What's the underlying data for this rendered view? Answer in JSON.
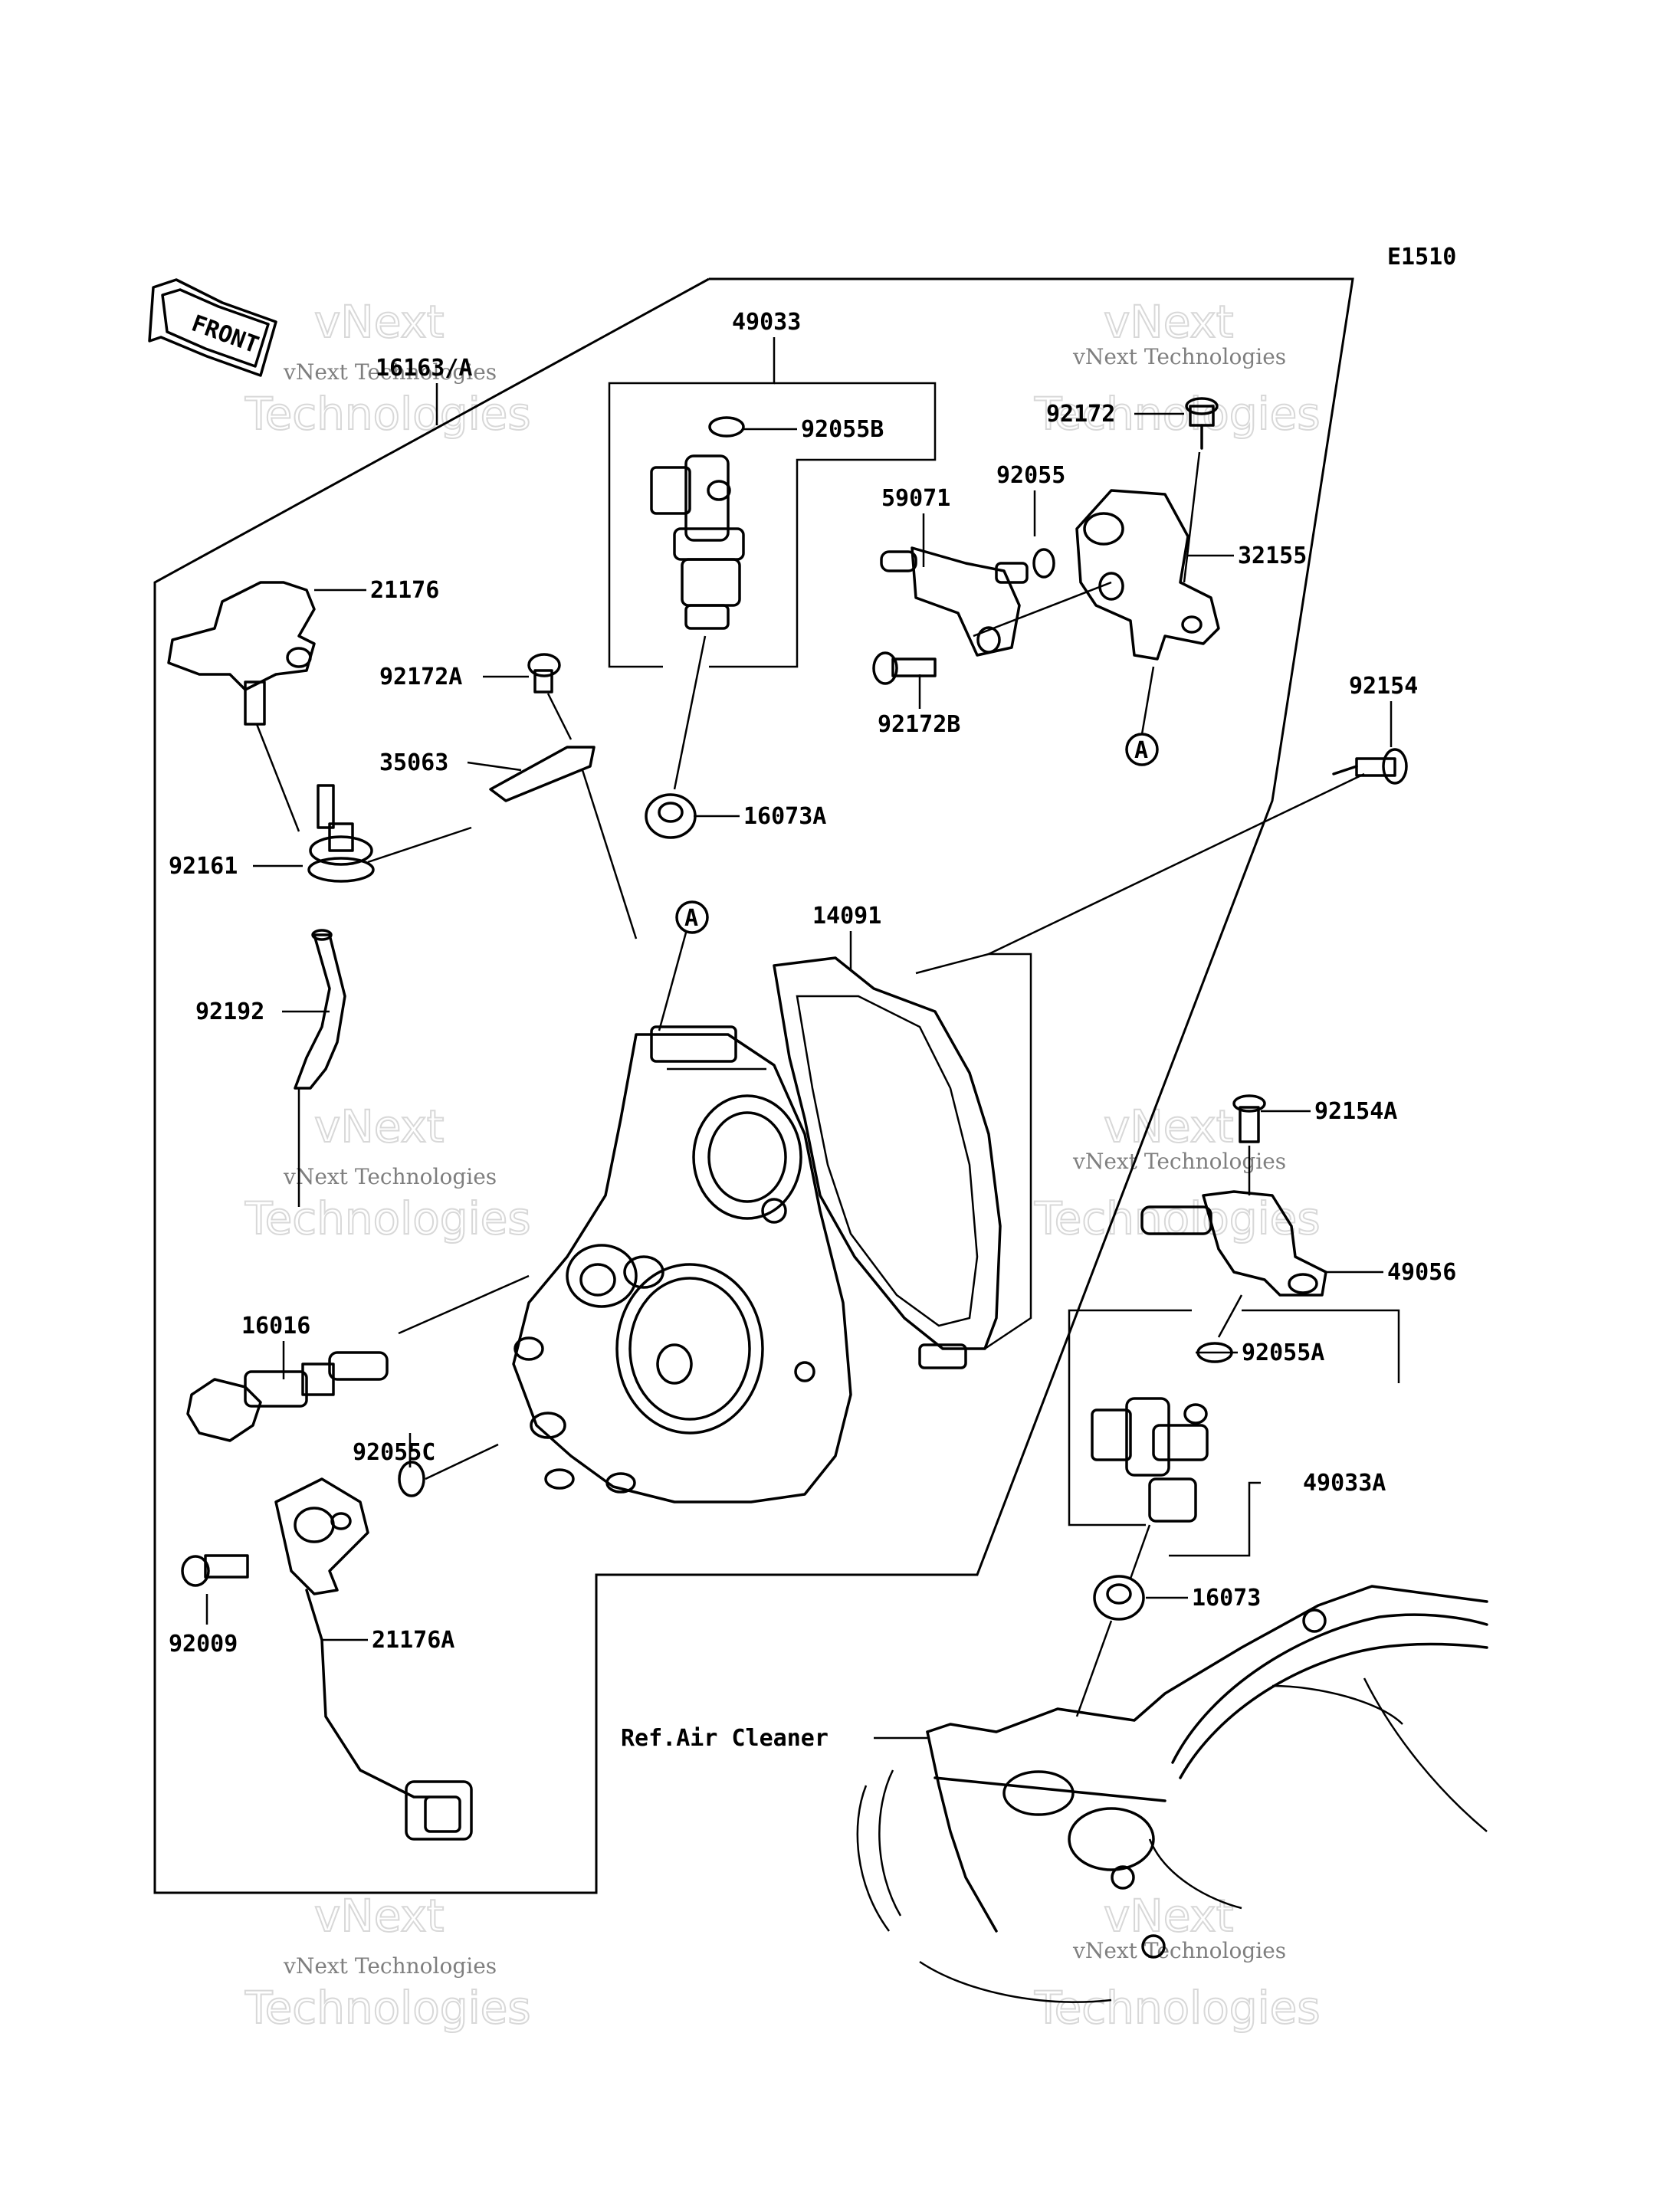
{
  "diagram_code": "E1510",
  "front_arrow_label": "FRONT",
  "callout_marker": "A",
  "watermark": {
    "line1": "vNext",
    "line2": "Technologies",
    "full": "vNext Technologies"
  },
  "parts": {
    "p16163A": "16163/A",
    "p49033": "49033",
    "p92055B": "92055B",
    "p92172": "92172",
    "p92055": "92055",
    "p59071": "59071",
    "p32155": "32155",
    "p92172B": "92172B",
    "p21176": "21176",
    "p92172A": "92172A",
    "p35063": "35063",
    "p16073A": "16073A",
    "p92154": "92154",
    "p92161": "92161",
    "p14091": "14091",
    "p92192": "92192",
    "p92154A": "92154A",
    "p49056": "49056",
    "p16016": "16016",
    "p92055A": "92055A",
    "p92055C": "92055C",
    "p49033A": "49033A",
    "p92009": "92009",
    "p16073": "16073",
    "p21176A": "21176A",
    "ref_air_cleaner": "Ref.Air Cleaner"
  }
}
